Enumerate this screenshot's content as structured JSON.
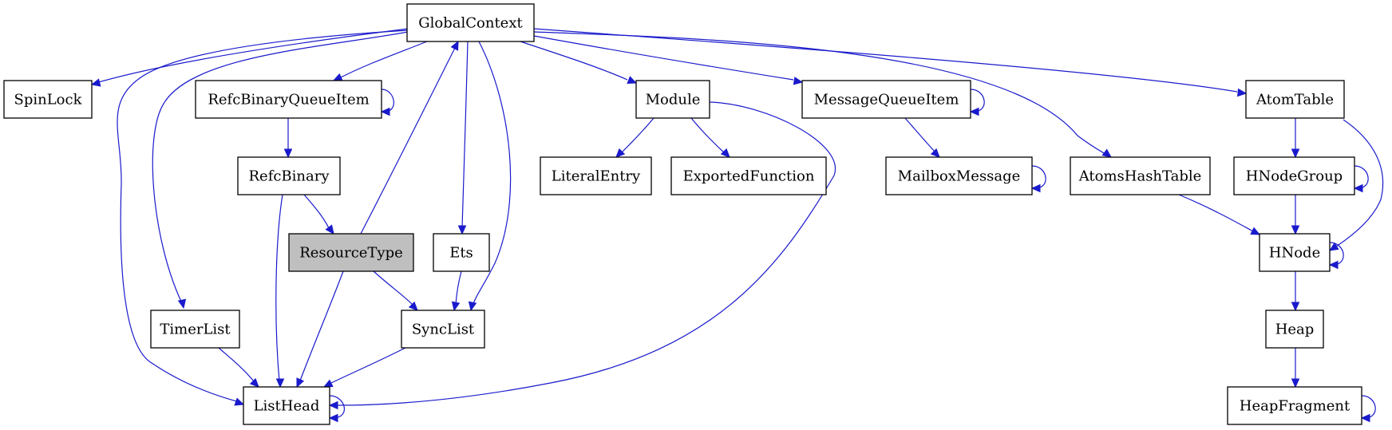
{
  "colors": {
    "edge": "#1a1acc",
    "node_fill": "#ffffff",
    "highlight_fill": "#bfbfbf",
    "node_stroke": "#000000"
  },
  "nodes": {
    "GlobalContext": "GlobalContext",
    "SpinLock": "SpinLock",
    "RefcBinaryQueueItem": "RefcBinaryQueueItem",
    "RefcBinary": "RefcBinary",
    "ResourceType": "ResourceType",
    "Ets": "Ets",
    "Module": "Module",
    "LiteralEntry": "LiteralEntry",
    "ExportedFunction": "ExportedFunction",
    "MessageQueueItem": "MessageQueueItem",
    "MailboxMessage": "MailboxMessage",
    "AtomsHashTable": "AtomsHashTable",
    "AtomTable": "AtomTable",
    "HNodeGroup": "HNodeGroup",
    "HNode": "HNode",
    "Heap": "Heap",
    "HeapFragment": "HeapFragment",
    "TimerList": "TimerList",
    "SyncList": "SyncList",
    "ListHead": "ListHead"
  },
  "highlighted_node": "ResourceType",
  "edges": [
    [
      "GlobalContext",
      "SpinLock"
    ],
    [
      "GlobalContext",
      "RefcBinaryQueueItem"
    ],
    [
      "GlobalContext",
      "ListHead"
    ],
    [
      "GlobalContext",
      "TimerList"
    ],
    [
      "GlobalContext",
      "Ets"
    ],
    [
      "GlobalContext",
      "SyncList"
    ],
    [
      "GlobalContext",
      "Module"
    ],
    [
      "GlobalContext",
      "MessageQueueItem"
    ],
    [
      "GlobalContext",
      "AtomsHashTable"
    ],
    [
      "GlobalContext",
      "AtomTable"
    ],
    [
      "RefcBinaryQueueItem",
      "RefcBinaryQueueItem"
    ],
    [
      "RefcBinaryQueueItem",
      "RefcBinary"
    ],
    [
      "RefcBinary",
      "ResourceType"
    ],
    [
      "RefcBinary",
      "ListHead"
    ],
    [
      "ResourceType",
      "GlobalContext"
    ],
    [
      "ResourceType",
      "SyncList"
    ],
    [
      "ResourceType",
      "ListHead"
    ],
    [
      "Ets",
      "SyncList"
    ],
    [
      "SyncList",
      "ListHead"
    ],
    [
      "TimerList",
      "ListHead"
    ],
    [
      "ListHead",
      "ListHead"
    ],
    [
      "Module",
      "LiteralEntry"
    ],
    [
      "Module",
      "ExportedFunction"
    ],
    [
      "Module",
      "ListHead"
    ],
    [
      "MessageQueueItem",
      "MessageQueueItem"
    ],
    [
      "MessageQueueItem",
      "MailboxMessage"
    ],
    [
      "MailboxMessage",
      "MailboxMessage"
    ],
    [
      "AtomsHashTable",
      "HNode"
    ],
    [
      "AtomTable",
      "HNodeGroup"
    ],
    [
      "AtomTable",
      "HNode"
    ],
    [
      "HNodeGroup",
      "HNodeGroup"
    ],
    [
      "HNodeGroup",
      "HNode"
    ],
    [
      "HNode",
      "HNode"
    ],
    [
      "HNode",
      "Heap"
    ],
    [
      "Heap",
      "HeapFragment"
    ],
    [
      "HeapFragment",
      "HeapFragment"
    ]
  ]
}
